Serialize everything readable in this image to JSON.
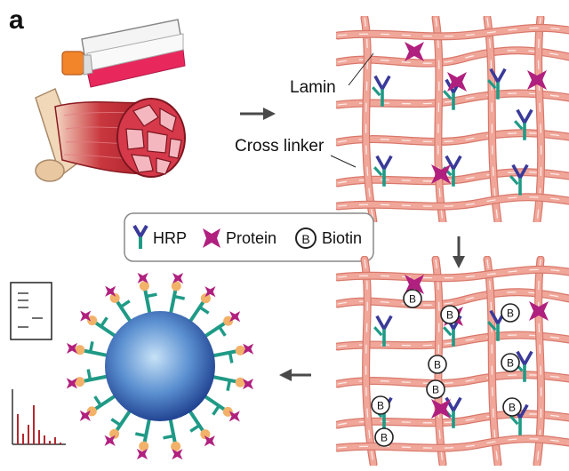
{
  "panel": {
    "letter": "a"
  },
  "labels": {
    "lamin": "Lamin",
    "cross_linker": "Cross linker"
  },
  "legend": {
    "hrp": "HRP",
    "protein": "Protein",
    "biotin_symbol": "B",
    "biotin": "Biotin"
  },
  "colors": {
    "fiber": "#f0a79a",
    "fiber_edge": "#d9786b",
    "hrp_arms": "#3a3a9a",
    "hrp_stem": "#1f9a86",
    "protein": "#b0207e",
    "bead_center": "#b9d8f2",
    "bead_edge": "#2a55a6",
    "bead_ligand": "#f2b26a",
    "flask_liquid": "#e8285d",
    "flask_cap": "#f2842a",
    "muscle": "#c4313b",
    "arrow": "#4a4a4a"
  },
  "icons": [
    "cell-culture-flask-icon",
    "muscle-tissue-icon",
    "gel-blot-icon",
    "mass-spectrum-icon"
  ]
}
